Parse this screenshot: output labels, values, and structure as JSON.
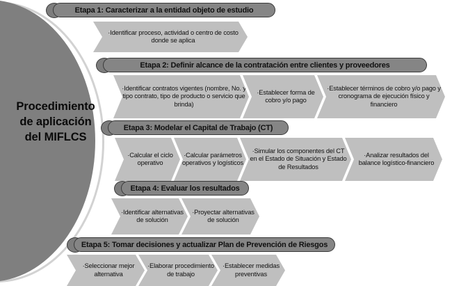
{
  "diagram": {
    "title_lines": [
      "Procedimiento",
      "de aplicación",
      "del MIFLCS"
    ],
    "colors": {
      "ellipse_fill": "#7f7f7f",
      "ellipse_arc": "#d2d2d2",
      "banner_fill": "#858585",
      "banner_border": "#3a3a3a",
      "chevron_fill": "#bfbfbf",
      "chevron_border": "#9a9a9a",
      "knob_fill": "#7d7d7d",
      "text": "#101010",
      "background": "#ffffff"
    },
    "stages": [
      {
        "banner": "Etapa 1: Caracterizar a la entidad objeto de estudio",
        "steps": [
          "·Identificar proceso, actividad o centro de costo donde se aplica"
        ]
      },
      {
        "banner": "Etapa 2: Definir alcance de la contratación entre clientes y proveedores",
        "steps": [
          "·Identificar contratos vigentes (nombre, No. y tipo contrato, tipo de producto o servicio que brinda)",
          "·Establecer forma de cobro y/o pago",
          "·Establecer términos de cobro y/o pago y cronograma de ejecución físico y financiero"
        ]
      },
      {
        "banner": "Etapa 3: Modelar el Capital de Trabajo (CT)",
        "steps": [
          "·Calcular el ciclo operativo",
          "·Calcular parámetros operativos y logísticos",
          "·Simular los componentes del CT en el Estado de Situación y Estado de Resultados",
          "·Analizar resultados del balance logístico-financiero"
        ]
      },
      {
        "banner": "Etapa 4: Evaluar los resultados",
        "steps": [
          "·Identificar alternativas de solución",
          "·Proyectar alternativas de solución"
        ]
      },
      {
        "banner": "Etapa 5: Tomar decisiones y actualizar Plan de Prevención de Riesgos",
        "steps": [
          "·Seleccionar mejor alternativa",
          "·Elaborar procedimiento de trabajo",
          "·Establecer medidas preventivas"
        ]
      }
    ]
  }
}
